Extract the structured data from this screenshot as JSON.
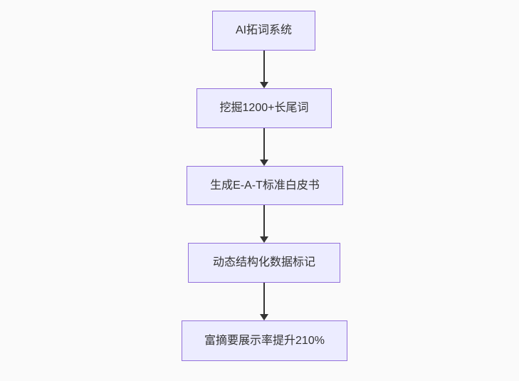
{
  "diagram": {
    "type": "flowchart",
    "direction": "top-down",
    "nodes": [
      {
        "label": "AI拓词系统"
      },
      {
        "label": "挖掘1200+长尾词"
      },
      {
        "label": "生成E-A-T标准白皮书"
      },
      {
        "label": "动态结构化数据标记"
      },
      {
        "label": "富摘要展示率提升210%"
      }
    ],
    "edges": [
      {
        "from": 0,
        "to": 1,
        "style": "arrow-down"
      },
      {
        "from": 1,
        "to": 2,
        "style": "arrow-down"
      },
      {
        "from": 2,
        "to": 3,
        "style": "arrow-down"
      },
      {
        "from": 3,
        "to": 4,
        "style": "arrow-down"
      }
    ],
    "colors": {
      "node_fill": "#ececff",
      "node_border": "#9370db",
      "node_text": "#333333",
      "arrow": "#333333",
      "background": "#fafafa"
    }
  }
}
